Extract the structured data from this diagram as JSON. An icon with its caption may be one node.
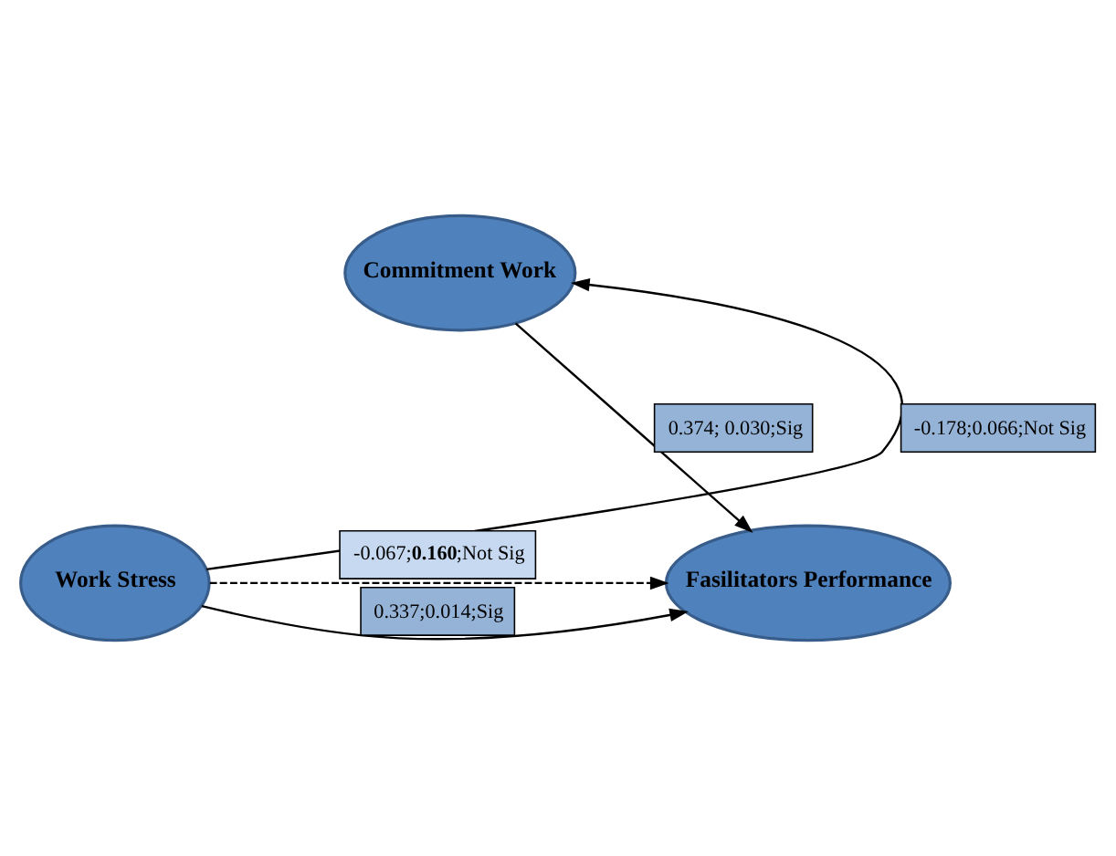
{
  "diagram": {
    "nodes": [
      {
        "text": [
          "Commitment Work"
        ]
      },
      {
        "text": [
          "Work Stress"
        ]
      },
      {
        "text": [
          "Fasilitators Performance"
        ]
      }
    ],
    "edges": [
      {
        "from": 1,
        "to": 0,
        "arrow": "to",
        "label": "-0.178;0.066;Not Sig"
      },
      {
        "from": 0,
        "to": 2,
        "arrow": "to",
        "label": "0.374; 0.030;Sig"
      },
      {
        "from": 1,
        "to": 2,
        "arrow": "to",
        "style": "dashed",
        "label": "-0.067;**0.160**;Not Sig"
      },
      {
        "from": 1,
        "to": 2,
        "arrow": "to",
        "label": "0.337;0.014;Sig"
      }
    ]
  }
}
